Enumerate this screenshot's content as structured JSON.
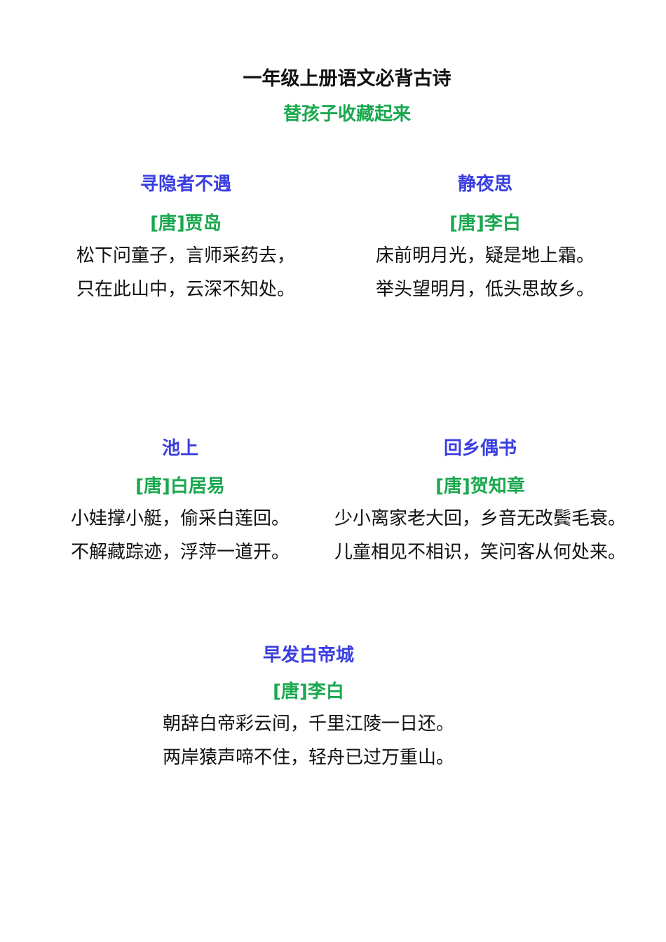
{
  "header": {
    "title": "一年级上册语文必背古诗",
    "subtitle": "替孩子收藏起来"
  },
  "colors": {
    "title": "#111111",
    "poem_title": "#3b3fe0",
    "author": "#1aa84f",
    "body_text": "#111111"
  },
  "poems": [
    {
      "title": "寻隐者不遇",
      "author": "[唐]贾岛",
      "lines": [
        "松下问童子，言师采药去，",
        "只在此山中，云深不知处。"
      ]
    },
    {
      "title": "静夜思",
      "author": "[唐]李白",
      "lines": [
        "床前明月光，疑是地上霜。",
        "举头望明月，低头思故乡。"
      ]
    },
    {
      "title": "池上",
      "author": "[唐]白居易",
      "lines": [
        "小娃撑小艇，偷采白莲回。",
        "不解藏踪迹，浮萍一道开。"
      ]
    },
    {
      "title": "回乡偶书",
      "author": "[唐]贺知章",
      "lines": [
        "少小离家老大回，乡音无改鬓毛衰。",
        "儿童相见不相识，笑问客从何处来。"
      ]
    },
    {
      "title": "早发白帝城",
      "author": "[唐]李白",
      "lines": [
        "朝辞白帝彩云间，千里江陵一日还。",
        "两岸猿声啼不住，轻舟已过万重山。"
      ]
    }
  ]
}
